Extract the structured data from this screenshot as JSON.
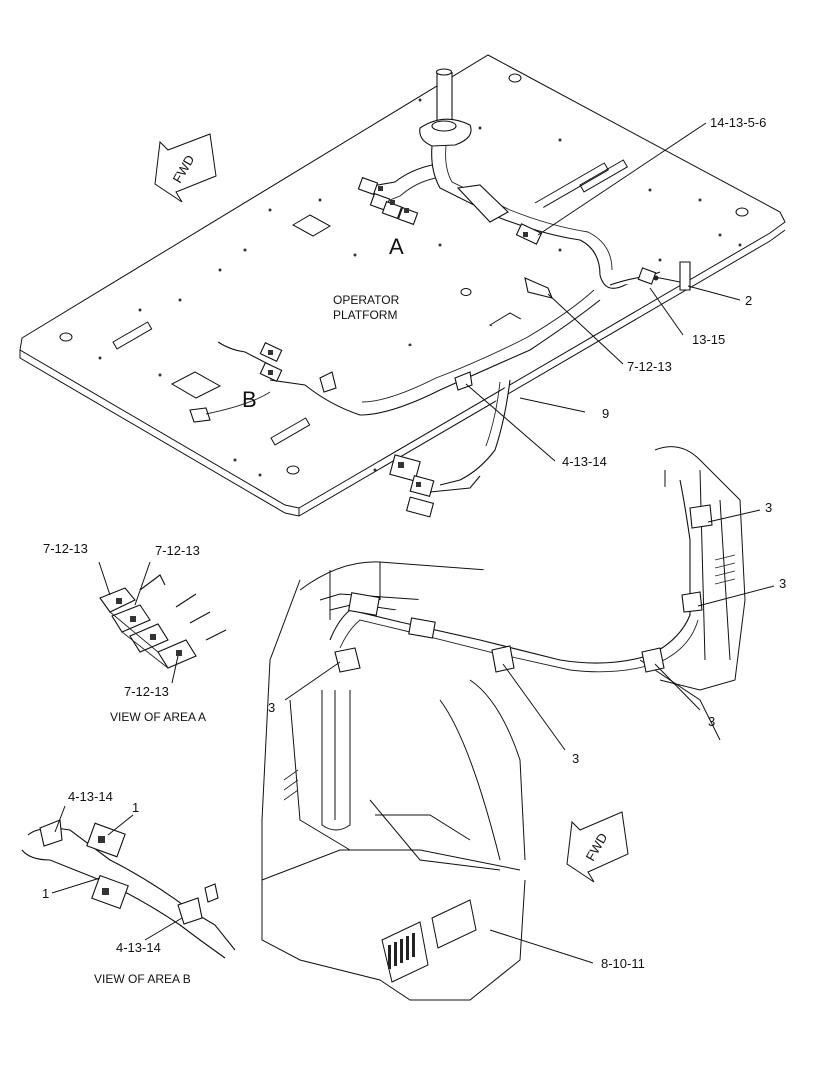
{
  "diagram": {
    "callouts": {
      "c_14_13_5_6": "14-13-5-6",
      "c_2": "2",
      "c_13_15": "13-15",
      "c_7_12_13_top": "7-12-13",
      "c_9": "9",
      "c_4_13_14_top": "4-13-14",
      "c_3_a": "3",
      "c_3_b": "3",
      "c_3_c": "3",
      "c_3_d": "3",
      "c_3_e": "3",
      "c_8_10_11": "8-10-11",
      "c_7_12_13_a1": "7-12-13",
      "c_7_12_13_a2": "7-12-13",
      "c_7_12_13_a3": "7-12-13",
      "c_4_13_14_b1": "4-13-14",
      "c_1_b1": "1",
      "c_1_b2": "1",
      "c_4_13_14_b2": "4-13-14"
    },
    "area_a": "A",
    "area_b": "B",
    "platform_line1": "OPERATOR",
    "platform_line2": "PLATFORM",
    "fwd": "FWD",
    "view_a": "VIEW OF AREA  A",
    "view_b": "VIEW OF AREA B"
  }
}
